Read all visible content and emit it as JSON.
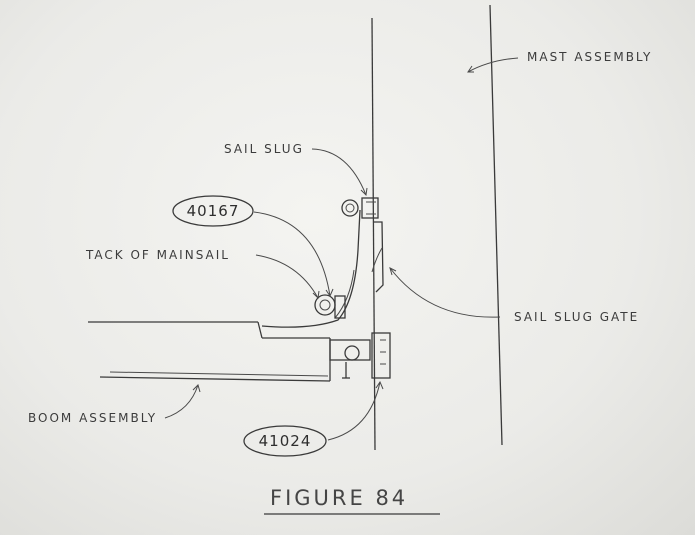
{
  "labels": {
    "mast_assembly": "MAST ASSEMBLY",
    "sail_slug": "SAIL SLUG",
    "tack_of_mainsail": "TACK OF MAINSAIL",
    "sail_slug_gate": "SAIL SLUG GATE",
    "boom_assembly": "BOOM ASSEMBLY"
  },
  "part_numbers": {
    "top": "40167",
    "bottom": "41024"
  },
  "figure_caption": "FIGURE 84"
}
